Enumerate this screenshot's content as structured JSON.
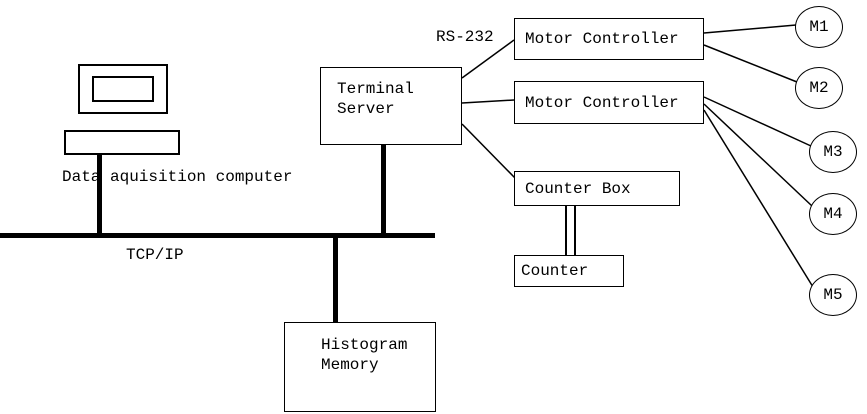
{
  "diagram": {
    "labels": {
      "rs232": "RS-232",
      "tcpip": "TCP/IP",
      "daq_computer": "Data aquisition computer"
    },
    "nodes": {
      "terminal_server": "Terminal\nServer",
      "motor_controller_1": "Motor Controller",
      "motor_controller_2": "Motor Controller",
      "counter_box": "Counter Box",
      "counter": "Counter",
      "histogram_memory": "Histogram\nMemory",
      "motors": {
        "m1": "M1",
        "m2": "M2",
        "m3": "M3",
        "m4": "M4",
        "m5": "M5"
      }
    }
  }
}
